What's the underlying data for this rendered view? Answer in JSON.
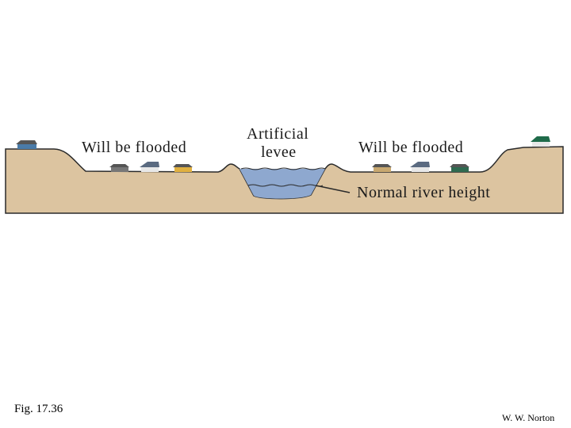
{
  "diagram": {
    "labels": {
      "flooded_left": "Will be flooded",
      "flooded_right": "Will be flooded",
      "levee_line1": "Artificial",
      "levee_line2": "levee",
      "river_height": "Normal river height"
    },
    "colors": {
      "ground": "#dcc4a0",
      "water": "#8ea8cf",
      "outline": "#2a2a2a"
    }
  },
  "caption": {
    "figure": "Fig. 17.36",
    "credit": "W. W. Norton"
  }
}
